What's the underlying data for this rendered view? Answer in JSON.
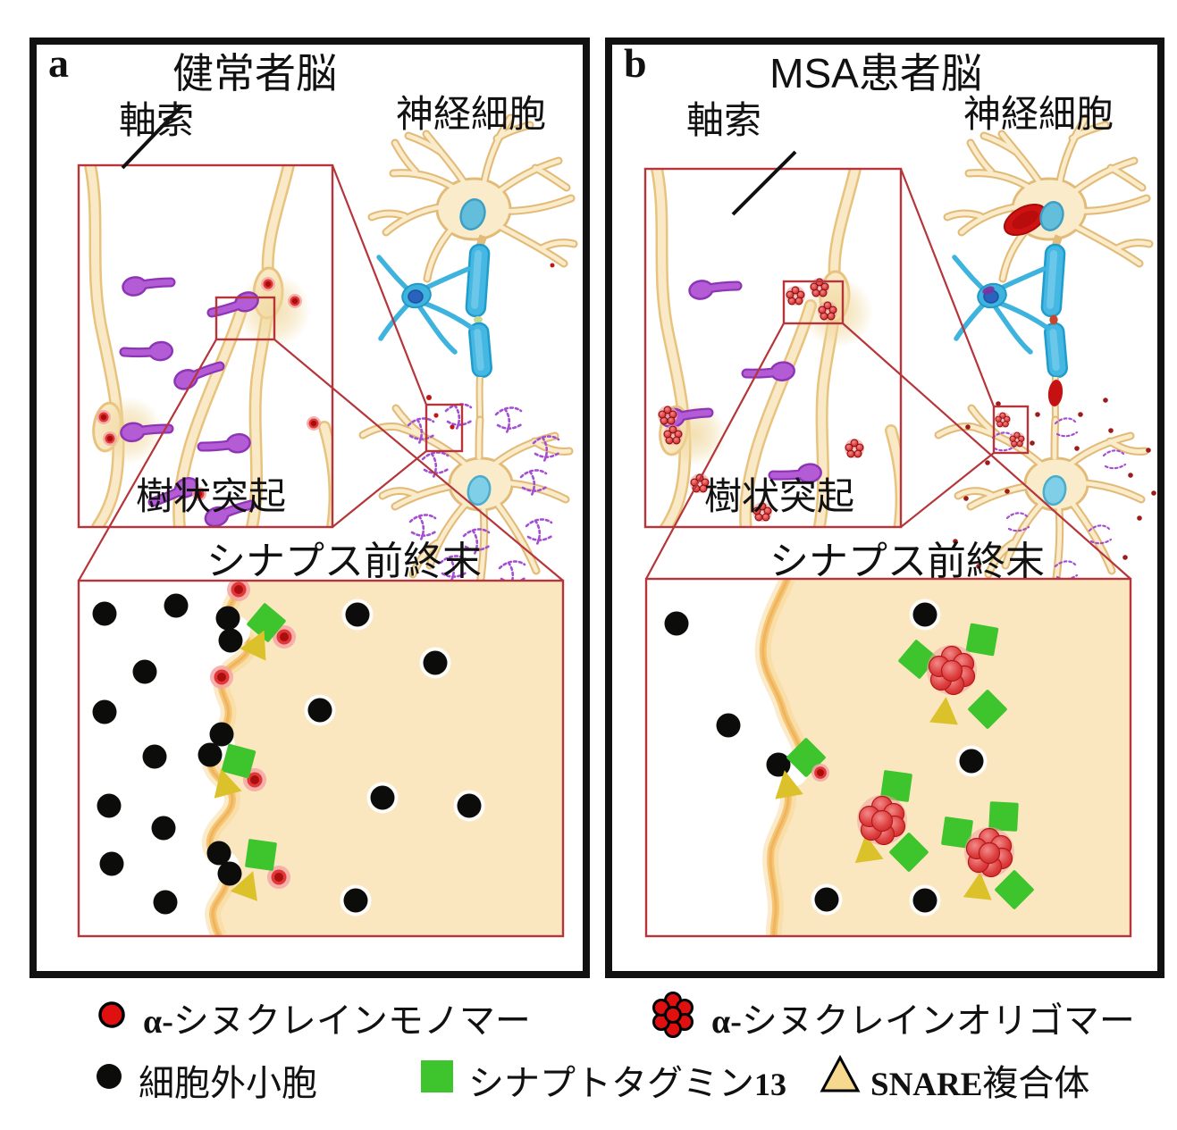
{
  "panel_a": {
    "letter": "a",
    "title": "健常者脳",
    "neuron_label": "神経細胞",
    "axon_label": "軸索",
    "dendrite_label": "樹状突起",
    "presynaptic_label": "シナプス前終末"
  },
  "panel_b": {
    "letter": "b",
    "title": "MSA患者脳",
    "neuron_label": "神経細胞",
    "axon_label": "軸索",
    "dendrite_label": "樹状突起",
    "presynaptic_label": "シナプス前終末"
  },
  "legend": {
    "monomer": {
      "icon": "alpha-synuclein-monomer-icon",
      "prefix": "α-",
      "label": "シヌクレインモノマー"
    },
    "oligomer": {
      "icon": "alpha-synuclein-oligomer-icon",
      "prefix": "α-",
      "label": "シヌクレインオリゴマー"
    },
    "vesicle": {
      "icon": "extracellular-vesicle-icon",
      "label": "細胞外小胞"
    },
    "synaptotagmin": {
      "icon": "synaptotagmin13-icon",
      "label": "シナプトタグミン",
      "suffix": "13"
    },
    "snare": {
      "icon": "snare-complex-icon",
      "prefix": "SNARE",
      "label": "複合体"
    }
  },
  "colors": {
    "monomer_red": "#e01010",
    "oligomer_red": "#d63030",
    "vesicle_black": "#0c0c0a",
    "synaptotagmin_green": "#3ec42c",
    "snare_yellow": "#dcc22a",
    "snare_legend_tan": "#f6d88f",
    "axon_cream": "#f9e9c6",
    "axon_outline": "#e8c37e",
    "dendrite_purple": "#b35cd6",
    "myelin_blue": "#45b7e3",
    "glia_blue": "#3eb3dd",
    "nucleus_blue": "#7fcfe8",
    "terminal_fill": "#fbe7bf",
    "terminal_edge": "#f5c26e",
    "zoom_box_red": "#b5353a",
    "panel_border_black": "#111111"
  }
}
